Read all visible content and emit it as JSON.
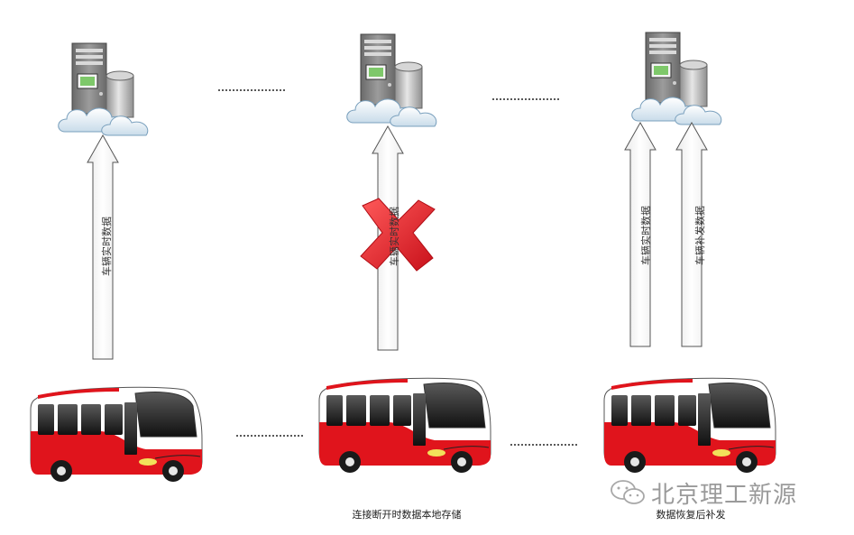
{
  "arrows": {
    "left": "车辆实时数据",
    "middle": "车辆实时数据",
    "right_a": "车辆实时数据",
    "right_b": "车辆补发数据"
  },
  "captions": {
    "middle": "连接断开时数据本地存储",
    "right": "数据恢复后补发"
  },
  "watermark": "北京理工新源",
  "colors": {
    "bus_red": "#e0141c",
    "cross_red": "#e8202a",
    "server_gray": "#8a8a8a"
  }
}
